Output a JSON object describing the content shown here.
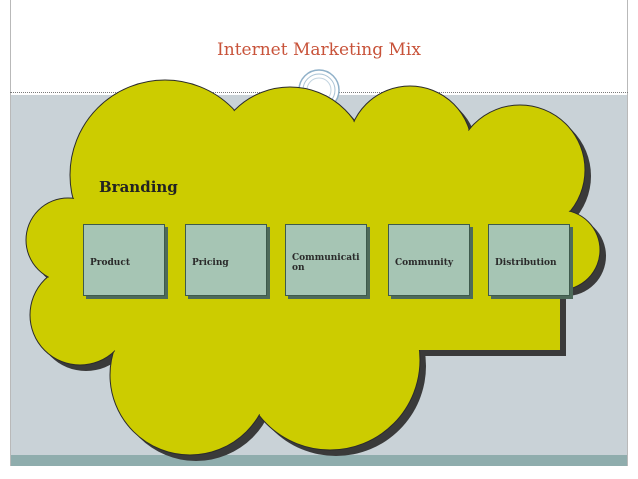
{
  "slide": {
    "title": "Internet Marketing Mix"
  },
  "diagram": {
    "group_label": "Branding",
    "boxes": [
      {
        "label": "Product"
      },
      {
        "label": "Pricing"
      },
      {
        "label": "Communication"
      },
      {
        "label": "Community"
      },
      {
        "label": "Distribution"
      }
    ]
  },
  "colors": {
    "title": "#c8533a",
    "cloud_fill": "#cccc00",
    "box_fill": "#a6c5b4",
    "content_bg": "#c9d2d7",
    "bottom_bar": "#8fadad"
  }
}
